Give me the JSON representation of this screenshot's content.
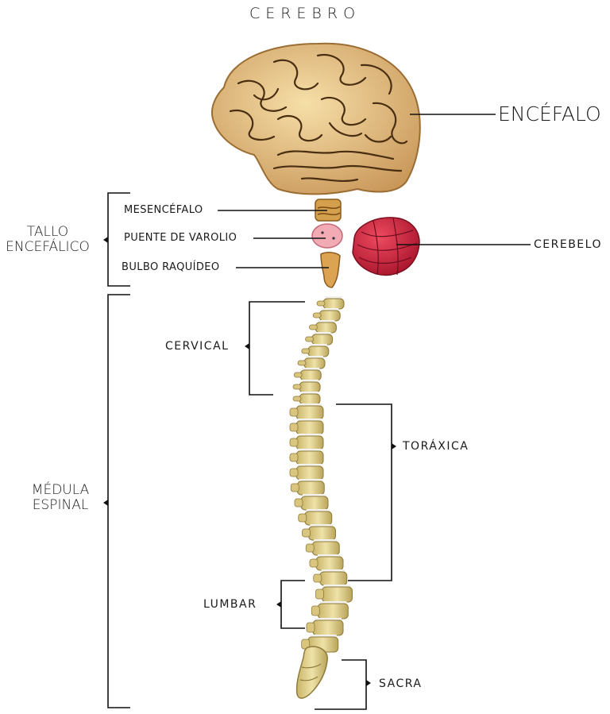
{
  "title": "CEREBRO",
  "labels": {
    "encefalo": "ENCÉFALO",
    "tallo_line1": "TALLO",
    "tallo_line2": "ENCEFÁLICO",
    "mesencefalo": "MESENCÉFALO",
    "puente": "PUENTE DE VAROLIO",
    "bulbo": "BULBO RAQUÍDEO",
    "cerebelo": "CEREBELO",
    "cervical": "CERVICAL",
    "toraxica": "TORÁXICA",
    "medula_line1": "MÉDULA",
    "medula_line2": "ESPINAL",
    "lumbar": "LUMBAR",
    "sacra": "SACRA"
  },
  "colors": {
    "brain": "#e8c486",
    "cerebellum": "#d62a45",
    "pons": "#f0a8b2",
    "bone": "#e2d193",
    "disc": "#f2f2ee",
    "line": "#111111"
  }
}
